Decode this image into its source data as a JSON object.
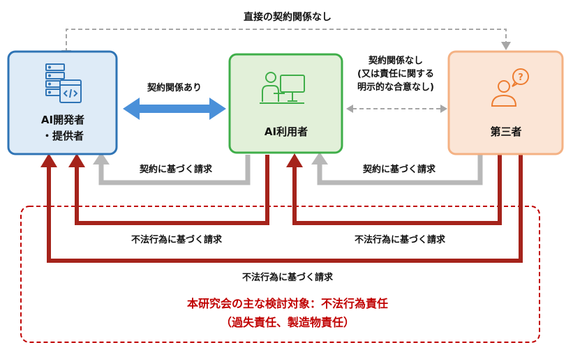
{
  "top_label": "直接の契約関係なし",
  "entities": {
    "developer": {
      "line1": "AI開発者",
      "line2": "・提供者",
      "border": "#2f74b5",
      "fill": "#deebf7",
      "icon": "server-code-icon"
    },
    "user": {
      "line1": "AI利用者",
      "border": "#3fae49",
      "fill": "#e2f0d9",
      "icon": "person-computer-icon"
    },
    "third": {
      "line1": "第三者",
      "border": "#f4b183",
      "fill": "#fbe5d6",
      "icon": "person-question-icon"
    }
  },
  "relations": {
    "dev_user": "契約関係あり",
    "user_third_1": "契約関係なし",
    "user_third_2": "(又は責任に関する",
    "user_third_3": "明示的な合意なし)"
  },
  "claims": {
    "contract_user_to_dev": "契約に基づく請求",
    "contract_third_to_user": "契約に基づく請求",
    "tort_user_to_dev": "不法行為に基づく請求",
    "tort_third_to_user": "不法行為に基づく請求",
    "tort_third_to_dev": "不法行為に基づく請求"
  },
  "focus": {
    "line1": "本研究会の主な検討対象：不法行為責任",
    "line2": "（過失責任、製造物責任）",
    "color": "#c00000"
  },
  "colors": {
    "gray": "#a6a6a6",
    "red": "#a5231b",
    "blue": "#4a90d9"
  }
}
